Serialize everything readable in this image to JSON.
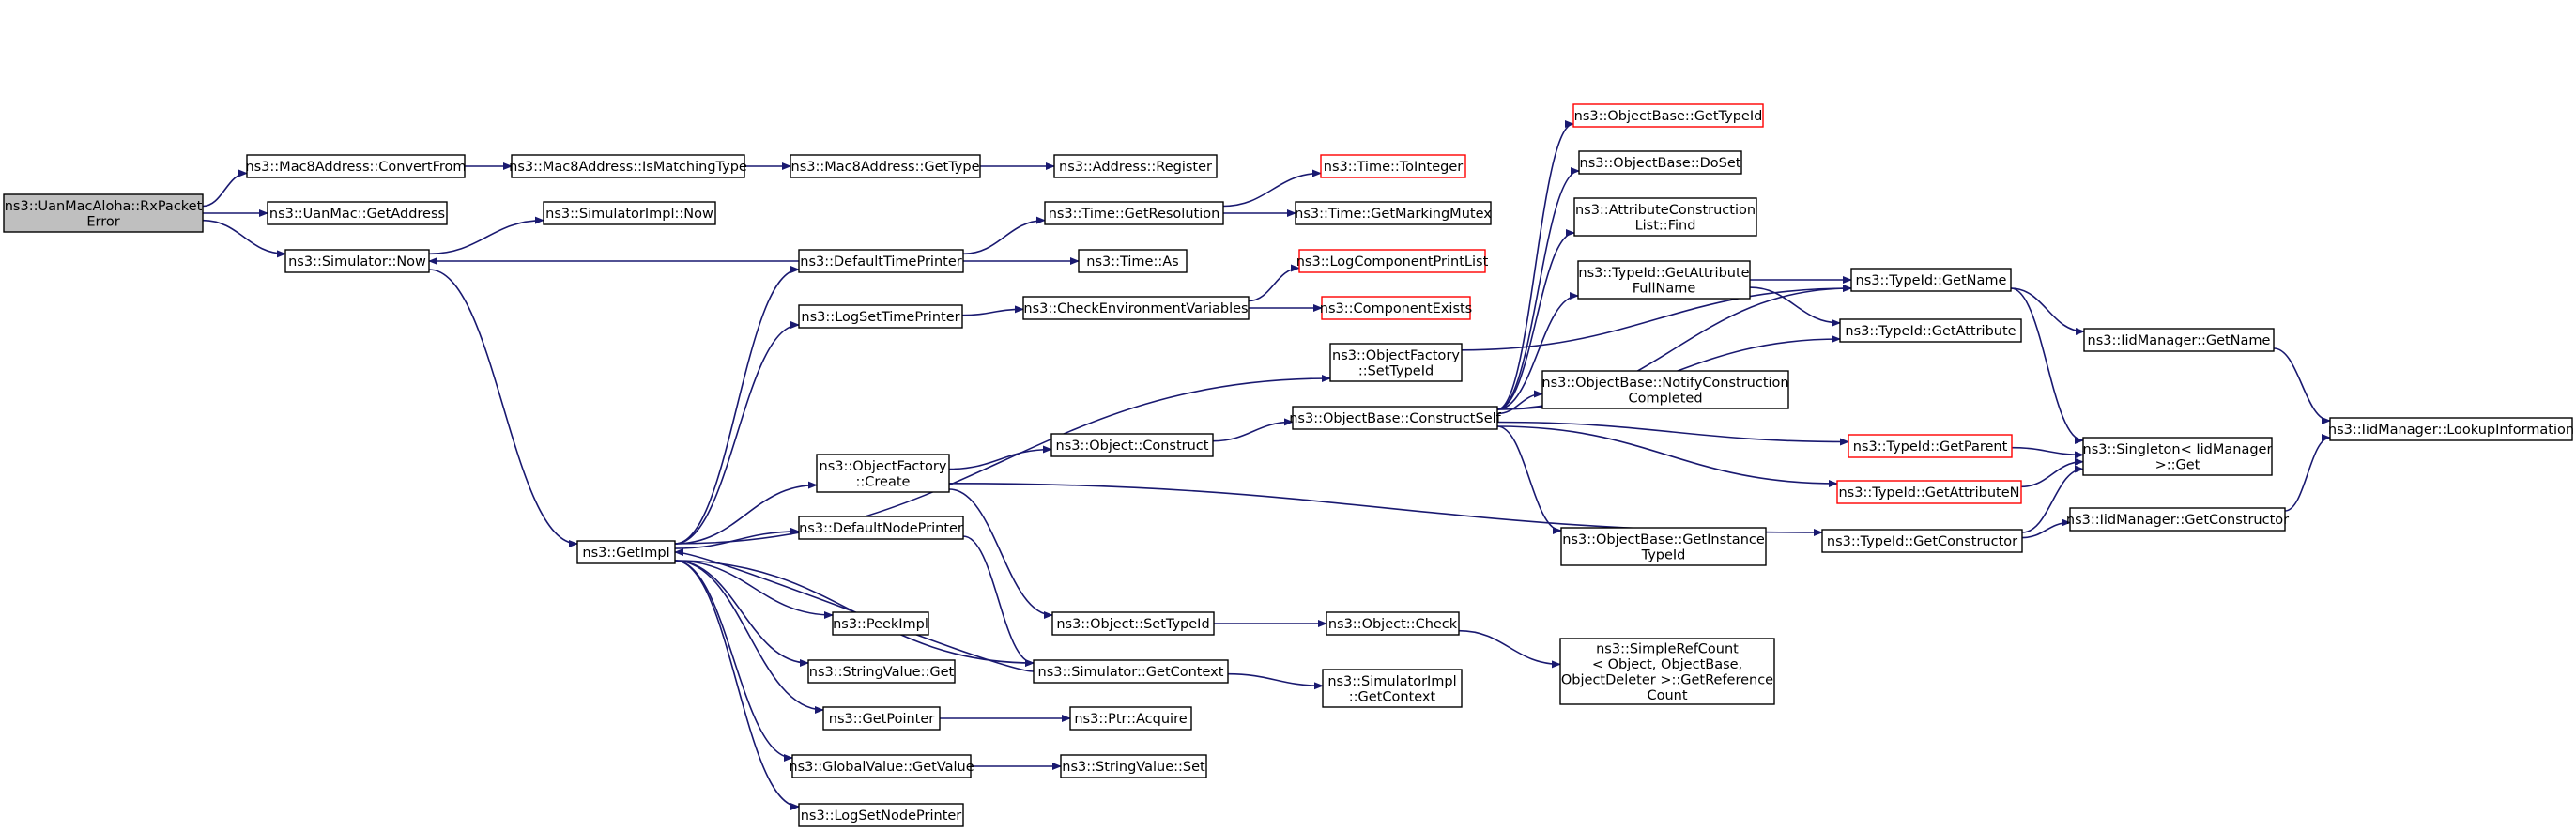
{
  "title": "",
  "colors": {
    "edge": "#191970",
    "node_border": "#000000",
    "node_border_truncated": "#ff0000",
    "root_fill": "#bfbfbf",
    "node_fill": "#ffffff"
  },
  "nodes": [
    {
      "id": "root",
      "lines": [
        "ns3::UanMacAloha::RxPacket",
        "Error"
      ],
      "style": "root"
    },
    {
      "id": "mac8_convertfrom",
      "lines": [
        "ns3::Mac8Address::ConvertFrom"
      ]
    },
    {
      "id": "mac8_ismatching",
      "lines": [
        "ns3::Mac8Address::IsMatchingType"
      ]
    },
    {
      "id": "mac8_gettype",
      "lines": [
        "ns3::Mac8Address::GetType"
      ]
    },
    {
      "id": "address_register",
      "lines": [
        "ns3::Address::Register"
      ]
    },
    {
      "id": "uanmac_getaddress",
      "lines": [
        "ns3::UanMac::GetAddress"
      ]
    },
    {
      "id": "simimpl_now",
      "lines": [
        "ns3::SimulatorImpl::Now"
      ]
    },
    {
      "id": "simulator_now",
      "lines": [
        "ns3::Simulator::Now"
      ]
    },
    {
      "id": "getimpl",
      "lines": [
        "ns3::GetImpl"
      ]
    },
    {
      "id": "defaulttimeprinter",
      "lines": [
        "ns3::DefaultTimePrinter"
      ]
    },
    {
      "id": "time_getresolution",
      "lines": [
        "ns3::Time::GetResolution"
      ]
    },
    {
      "id": "time_tointeger",
      "lines": [
        "ns3::Time::ToInteger"
      ],
      "style": "red"
    },
    {
      "id": "time_getmarkingmutex",
      "lines": [
        "ns3::Time::GetMarkingMutex"
      ]
    },
    {
      "id": "time_as",
      "lines": [
        "ns3::Time::As"
      ]
    },
    {
      "id": "logsettimeprinter",
      "lines": [
        "ns3::LogSetTimePrinter"
      ]
    },
    {
      "id": "checkenv",
      "lines": [
        "ns3::CheckEnvironmentVariables"
      ]
    },
    {
      "id": "logcomponentprintlist",
      "lines": [
        "ns3::LogComponentPrintList"
      ],
      "style": "red"
    },
    {
      "id": "componentexists",
      "lines": [
        "ns3::ComponentExists"
      ],
      "style": "red"
    },
    {
      "id": "objfactory_settypeid",
      "lines": [
        "ns3::ObjectFactory",
        "::SetTypeId"
      ]
    },
    {
      "id": "objfactory_create",
      "lines": [
        "ns3::ObjectFactory",
        "::Create"
      ]
    },
    {
      "id": "defaultnodeprinter",
      "lines": [
        "ns3::DefaultNodePrinter"
      ]
    },
    {
      "id": "peekimpl",
      "lines": [
        "ns3::PeekImpl"
      ]
    },
    {
      "id": "stringvalue_get",
      "lines": [
        "ns3::StringValue::Get"
      ]
    },
    {
      "id": "getpointer",
      "lines": [
        "ns3::GetPointer"
      ]
    },
    {
      "id": "globalvalue_getvalue",
      "lines": [
        "ns3::GlobalValue::GetValue"
      ]
    },
    {
      "id": "logsetnodeprinter",
      "lines": [
        "ns3::LogSetNodePrinter"
      ]
    },
    {
      "id": "object_construct",
      "lines": [
        "ns3::Object::Construct"
      ]
    },
    {
      "id": "object_settypeid",
      "lines": [
        "ns3::Object::SetTypeId"
      ]
    },
    {
      "id": "simulator_getcontext",
      "lines": [
        "ns3::Simulator::GetContext"
      ]
    },
    {
      "id": "ptr_acquire",
      "lines": [
        "ns3::Ptr::Acquire"
      ]
    },
    {
      "id": "stringvalue_set",
      "lines": [
        "ns3::StringValue::Set"
      ]
    },
    {
      "id": "objbase_constructself",
      "lines": [
        "ns3::ObjectBase::ConstructSelf"
      ]
    },
    {
      "id": "object_check",
      "lines": [
        "ns3::Object::Check"
      ]
    },
    {
      "id": "simimpl_getcontext",
      "lines": [
        "ns3::SimulatorImpl",
        "::GetContext"
      ]
    },
    {
      "id": "objbase_gettypeid",
      "lines": [
        "ns3::ObjectBase::GetTypeId"
      ],
      "style": "red"
    },
    {
      "id": "objbase_doset",
      "lines": [
        "ns3::ObjectBase::DoSet"
      ]
    },
    {
      "id": "attrconstlist_find",
      "lines": [
        "ns3::AttributeConstruction",
        "List::Find"
      ]
    },
    {
      "id": "typeid_getattrfullname",
      "lines": [
        "ns3::TypeId::GetAttribute",
        "FullName"
      ]
    },
    {
      "id": "objbase_notify",
      "lines": [
        "ns3::ObjectBase::NotifyConstruction",
        "Completed"
      ]
    },
    {
      "id": "objbase_getinstancetypeid",
      "lines": [
        "ns3::ObjectBase::GetInstance",
        "TypeId"
      ]
    },
    {
      "id": "simplerefcount",
      "lines": [
        "ns3::SimpleRefCount",
        "< Object, ObjectBase,",
        " ObjectDeleter >::GetReference",
        "Count"
      ]
    },
    {
      "id": "typeid_getname",
      "lines": [
        "ns3::TypeId::GetName"
      ]
    },
    {
      "id": "typeid_getattribute",
      "lines": [
        "ns3::TypeId::GetAttribute"
      ]
    },
    {
      "id": "typeid_getparent",
      "lines": [
        "ns3::TypeId::GetParent"
      ],
      "style": "red"
    },
    {
      "id": "typeid_getattributen",
      "lines": [
        "ns3::TypeId::GetAttributeN"
      ],
      "style": "red"
    },
    {
      "id": "typeid_getconstructor",
      "lines": [
        "ns3::TypeId::GetConstructor"
      ]
    },
    {
      "id": "iidmanager_getname",
      "lines": [
        "ns3::IidManager::GetName"
      ]
    },
    {
      "id": "singleton_get",
      "lines": [
        "ns3::Singleton< IidManager",
        " >::Get"
      ]
    },
    {
      "id": "iidmanager_getconstructor",
      "lines": [
        "ns3::IidManager::GetConstructor"
      ]
    },
    {
      "id": "iidmanager_lookupinfo",
      "lines": [
        "ns3::IidManager::LookupInformation"
      ]
    }
  ],
  "edges": [
    [
      "root",
      "mac8_convertfrom"
    ],
    [
      "root",
      "uanmac_getaddress"
    ],
    [
      "root",
      "simulator_now"
    ],
    [
      "mac8_convertfrom",
      "mac8_ismatching"
    ],
    [
      "mac8_ismatching",
      "mac8_gettype"
    ],
    [
      "mac8_gettype",
      "address_register"
    ],
    [
      "simulator_now",
      "simimpl_now"
    ],
    [
      "simulator_now",
      "getimpl"
    ],
    [
      "defaulttimeprinter",
      "simulator_now"
    ],
    [
      "defaulttimeprinter",
      "time_getresolution"
    ],
    [
      "defaulttimeprinter",
      "time_as"
    ],
    [
      "time_getresolution",
      "time_tointeger"
    ],
    [
      "time_getresolution",
      "time_getmarkingmutex"
    ],
    [
      "getimpl",
      "defaulttimeprinter"
    ],
    [
      "getimpl",
      "logsettimeprinter"
    ],
    [
      "getimpl",
      "objfactory_settypeid"
    ],
    [
      "getimpl",
      "objfactory_create"
    ],
    [
      "getimpl",
      "defaultnodeprinter"
    ],
    [
      "getimpl",
      "peekimpl"
    ],
    [
      "getimpl",
      "stringvalue_get"
    ],
    [
      "getimpl",
      "getpointer"
    ],
    [
      "getimpl",
      "globalvalue_getvalue"
    ],
    [
      "getimpl",
      "logsetnodeprinter"
    ],
    [
      "getimpl",
      "simulator_getcontext"
    ],
    [
      "logsettimeprinter",
      "checkenv"
    ],
    [
      "checkenv",
      "logcomponentprintlist"
    ],
    [
      "checkenv",
      "componentexists"
    ],
    [
      "objfactory_settypeid",
      "typeid_getname"
    ],
    [
      "objfactory_create",
      "object_construct"
    ],
    [
      "objfactory_create",
      "object_settypeid"
    ],
    [
      "objfactory_create",
      "typeid_getconstructor"
    ],
    [
      "defaultnodeprinter",
      "simulator_getcontext"
    ],
    [
      "simulator_getcontext",
      "getimpl"
    ],
    [
      "simulator_getcontext",
      "simimpl_getcontext"
    ],
    [
      "getpointer",
      "ptr_acquire"
    ],
    [
      "globalvalue_getvalue",
      "stringvalue_set"
    ],
    [
      "object_construct",
      "objbase_constructself"
    ],
    [
      "object_settypeid",
      "object_check"
    ],
    [
      "object_check",
      "simplerefcount"
    ],
    [
      "objbase_constructself",
      "objbase_gettypeid"
    ],
    [
      "objbase_constructself",
      "objbase_doset"
    ],
    [
      "objbase_constructself",
      "attrconstlist_find"
    ],
    [
      "objbase_constructself",
      "typeid_getattrfullname"
    ],
    [
      "objbase_constructself",
      "typeid_getname"
    ],
    [
      "objbase_constructself",
      "typeid_getattribute"
    ],
    [
      "objbase_constructself",
      "objbase_notify"
    ],
    [
      "objbase_constructself",
      "typeid_getparent"
    ],
    [
      "objbase_constructself",
      "typeid_getattributen"
    ],
    [
      "objbase_constructself",
      "objbase_getinstancetypeid"
    ],
    [
      "typeid_getattrfullname",
      "typeid_getname"
    ],
    [
      "typeid_getattrfullname",
      "typeid_getattribute"
    ],
    [
      "typeid_getname",
      "iidmanager_getname"
    ],
    [
      "typeid_getname",
      "singleton_get"
    ],
    [
      "typeid_getparent",
      "singleton_get"
    ],
    [
      "typeid_getattributen",
      "singleton_get"
    ],
    [
      "typeid_getconstructor",
      "singleton_get"
    ],
    [
      "typeid_getconstructor",
      "iidmanager_getconstructor"
    ],
    [
      "iidmanager_getname",
      "iidmanager_lookupinfo"
    ],
    [
      "iidmanager_getconstructor",
      "iidmanager_lookupinfo"
    ]
  ]
}
